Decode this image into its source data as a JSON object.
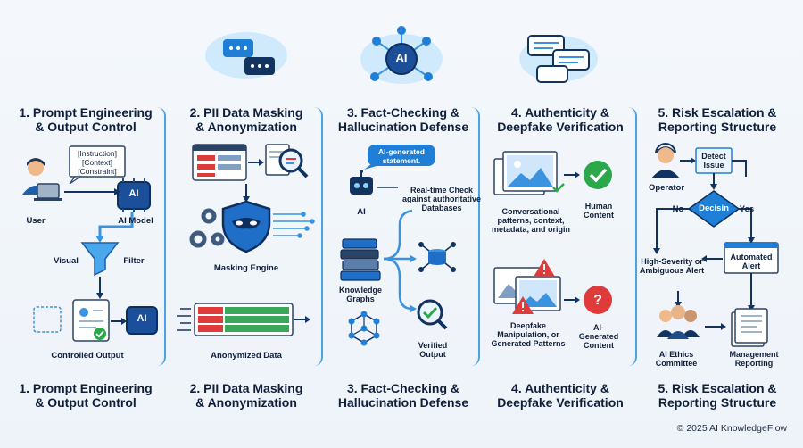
{
  "panels": [
    {
      "title_line1": "1. Prompt Engineering",
      "title_line2": "& Output Control",
      "labels": {
        "prompt_box": "[Instruction]\n[Context]\n[Constraint]",
        "user": "User",
        "ai_model": "AI Model",
        "visual": "Visual",
        "filter": "Filter",
        "controlled_output": "Controlled Output",
        "ai_glyph": "AI",
        "ai_glyph2": "AI"
      }
    },
    {
      "title_line1": "2. PII Data Masking",
      "title_line2": "& Anonymization",
      "labels": {
        "masking_engine": "Masking Engine",
        "anonymized_data": "Anonymized Data"
      }
    },
    {
      "title_line1": "3. Fact-Checking &",
      "title_line2": "Hallucination Defense",
      "labels": {
        "ai_generated": "AI-generated statement.",
        "ai": "AI",
        "realtime": "Real-time Check against authoritative Databases",
        "knowledge": "Knowledge Graphs",
        "verified": "Verified Output",
        "ai_top": "AI"
      }
    },
    {
      "title_line1": "4. Authenticity &",
      "title_line2": "Deepfake Verification",
      "labels": {
        "conversational": "Conversational patterns, context, metadata, and origin",
        "human": "Human Content",
        "deepfake": "Deepfake Manipulation, or Generated Patterns",
        "ai_gen": "AI-Generated Content"
      }
    },
    {
      "title_line1": "5. Risk Escalation &",
      "title_line2": "Reporting Structure",
      "labels": {
        "operator": "Operator",
        "detect": "Detect Issue",
        "no": "No",
        "yes": "Yes",
        "decision": "Decisin",
        "high": "High-Severity or Ambiguous Alert",
        "auto": "Automated Alert",
        "ethics": "AI Ethics Committee",
        "mgmt": "Management Reporting"
      }
    }
  ],
  "copyright": "© 2025 AI KnowledgeFlow",
  "colors": {
    "accent": "#1f7fd6",
    "navy": "#12335f",
    "red": "#e03b3b",
    "green": "#2aa84a"
  }
}
